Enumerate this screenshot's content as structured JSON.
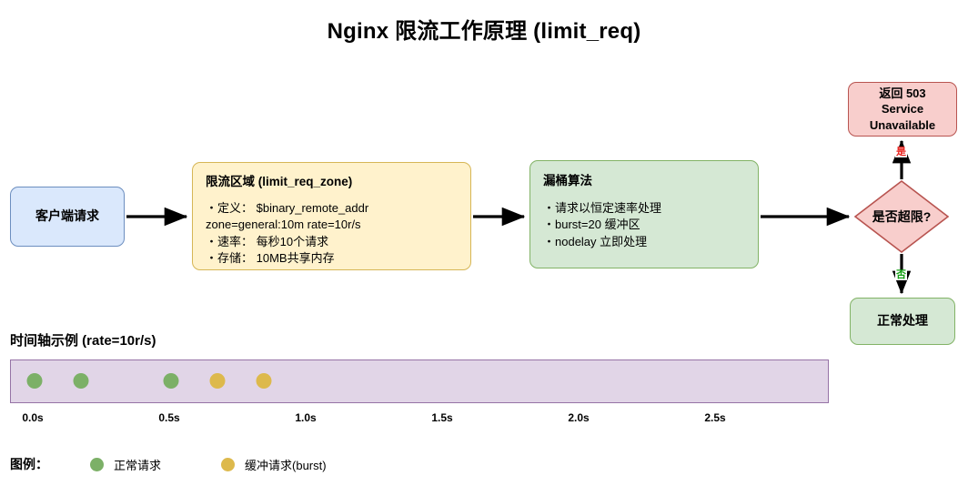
{
  "title": "Nginx 限流工作原理 (limit_req)",
  "colors": {
    "client_fill": "#dae8fc",
    "client_stroke": "#6c8ebf",
    "zone_fill": "#fff2cc",
    "zone_stroke": "#d6b656",
    "bucket_fill": "#d5e8d4",
    "bucket_stroke": "#82b366",
    "error_fill": "#f8cecc",
    "error_stroke": "#b85450",
    "timeline_fill": "#e1d5e7",
    "timeline_stroke": "#9673a6",
    "normal_dot": "#7cb067",
    "burst_dot": "#ddb94c",
    "yes_label": "#e8211c",
    "no_label": "#12a012",
    "arrow": "#000000"
  },
  "flow": {
    "client": {
      "label": "客户端请求"
    },
    "zone": {
      "title": "限流区域 (limit_req_zone)",
      "lines": [
        "・定义： $binary_remote_addr zone=general:10m rate=10r/s",
        "・速率： 每秒10个请求",
        "・存储： 10MB共享内存"
      ]
    },
    "bucket": {
      "title": "漏桶算法",
      "lines": [
        "・请求以恒定速率处理",
        "・burst=20 缓冲区",
        "・nodelay 立即处理"
      ]
    },
    "decision": {
      "label": "是否超限?"
    },
    "edges": {
      "yes_label": "是",
      "no_label": "否"
    },
    "error_box": {
      "lines": [
        "返回 503",
        "Service",
        "Unavailable"
      ]
    },
    "normal_box": {
      "label": "正常处理"
    }
  },
  "timeline": {
    "heading": "时间轴示例 (rate=10r/s)",
    "axis": {
      "min_seconds": 0.0,
      "max_seconds": 3.0,
      "ticks": [
        {
          "label": "0.0s",
          "value": 0.0
        },
        {
          "label": "0.5s",
          "value": 0.5
        },
        {
          "label": "1.0s",
          "value": 1.0
        },
        {
          "label": "1.5s",
          "value": 1.5
        },
        {
          "label": "2.0s",
          "value": 2.0
        },
        {
          "label": "2.5s",
          "value": 2.5
        }
      ]
    },
    "requests": [
      {
        "value": 0.09,
        "type": "normal"
      },
      {
        "value": 0.26,
        "type": "normal"
      },
      {
        "value": 0.59,
        "type": "normal"
      },
      {
        "value": 0.76,
        "type": "burst"
      },
      {
        "value": 0.93,
        "type": "burst"
      }
    ]
  },
  "legend": {
    "title": "图例：",
    "items": [
      {
        "label": "正常请求",
        "type": "normal"
      },
      {
        "label": "缓冲请求(burst)",
        "type": "burst"
      }
    ]
  }
}
